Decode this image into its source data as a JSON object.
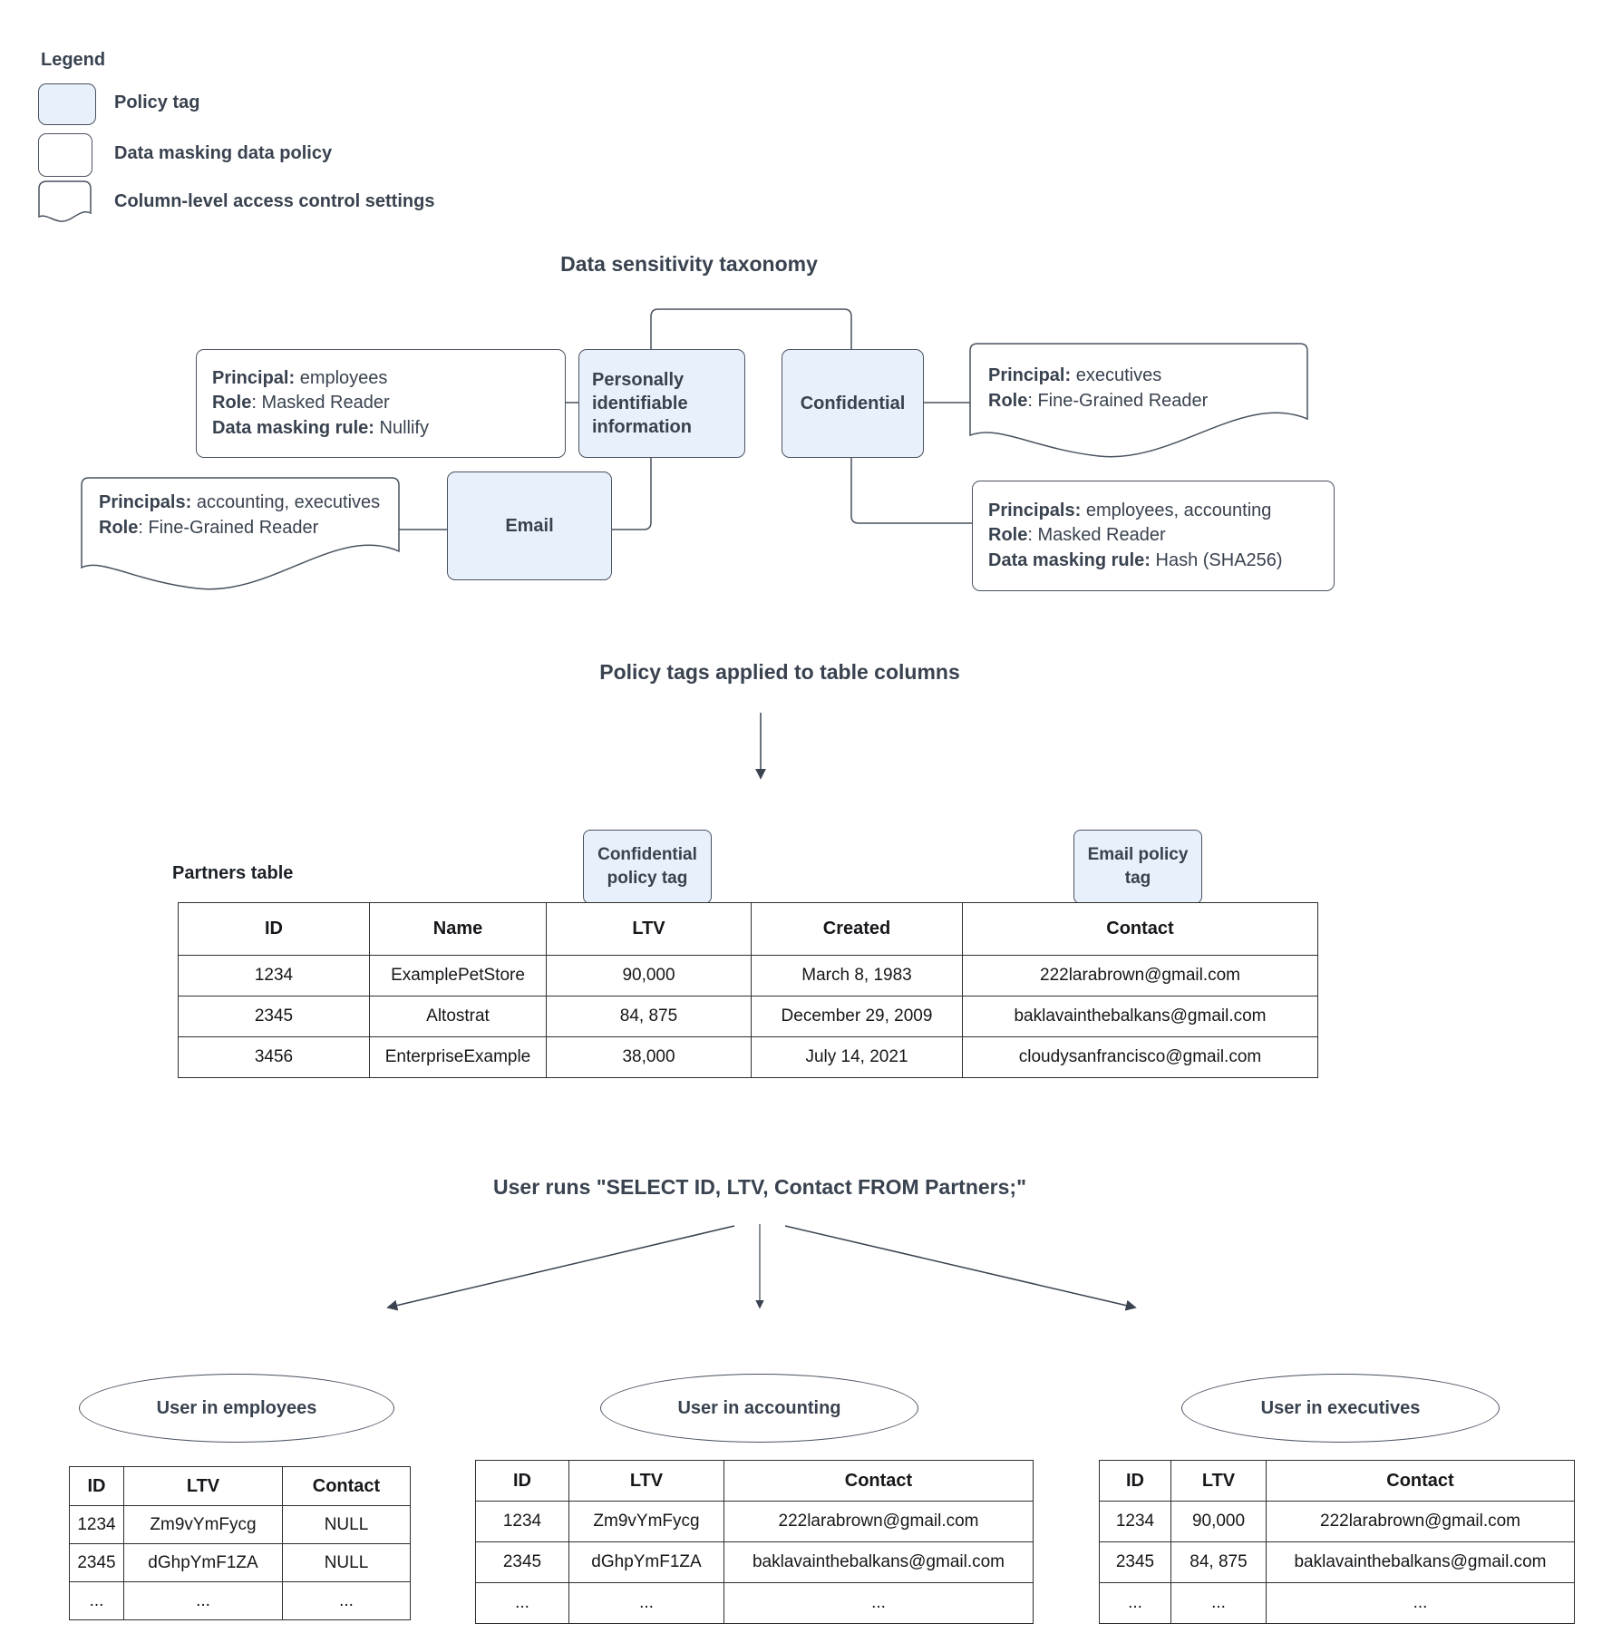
{
  "legend": {
    "title": "Legend",
    "items": [
      {
        "shape": "policy-tag",
        "label": "Policy tag"
      },
      {
        "shape": "data-masking-data-policy",
        "label": "Data masking data policy"
      },
      {
        "shape": "column-level-access-control",
        "label": "Column-level access control settings"
      }
    ]
  },
  "colors": {
    "policy_tag_fill": "#e8f0fb",
    "shape_border": "#49525f",
    "diagram_text": "#39424f",
    "table_text": "#15171a",
    "table_border": "#2e2e2e"
  },
  "taxonomy": {
    "title": "Data sensitivity taxonomy",
    "nodes": {
      "pii": "Personally identifiable information",
      "confidential": "Confidential",
      "email": "Email"
    },
    "policy_employees_nullify": {
      "lines": [
        {
          "b": "Principal:",
          "r": " employees"
        },
        {
          "b": "Role",
          "r": ": Masked Reader"
        },
        {
          "b": "Data masking rule:",
          "r": " Nullify"
        }
      ]
    },
    "policy_executives": {
      "lines": [
        {
          "b": "Principal:",
          "r": " executives"
        },
        {
          "b": "Role",
          "r": ": Fine-Grained Reader"
        }
      ]
    },
    "policy_accounting_executives": {
      "lines": [
        {
          "b": "Principals:",
          "r": " accounting, executives"
        },
        {
          "b": "Role",
          "r": ": Fine-Grained Reader"
        }
      ]
    },
    "policy_hash": {
      "lines": [
        {
          "b": "Principals:",
          "r": " employees, accounting"
        },
        {
          "b": "Role",
          "r": ": Masked Reader"
        },
        {
          "b": "Data masking rule:",
          "r": " Hash (SHA256)"
        }
      ]
    }
  },
  "policy_tags_section": {
    "heading": "Policy tags applied to table columns",
    "confidential_tag": "Confidential policy tag",
    "email_tag": "Email policy tag",
    "partners_label": "Partners table"
  },
  "partners": {
    "headers": [
      "ID",
      "Name",
      "LTV",
      "Created",
      "Contact"
    ],
    "rows": [
      [
        "1234",
        "ExamplePetStore",
        "90,000",
        "March 8, 1983",
        "222larabrown@gmail.com"
      ],
      [
        "2345",
        "Altostrat",
        "84, 875",
        "December 29, 2009",
        "baklavainthebalkans@gmail.com"
      ],
      [
        "3456",
        "EnterpriseExample",
        "38,000",
        "July 14, 2021",
        "cloudysanfrancisco@gmail.com"
      ]
    ]
  },
  "query_section": {
    "heading": "User runs \"SELECT ID, LTV, Contact FROM Partners;\""
  },
  "results": [
    {
      "user": "User in employees",
      "headers": [
        "ID",
        "LTV",
        "Contact"
      ],
      "rows": [
        [
          "1234",
          "Zm9vYmFycg",
          "NULL"
        ],
        [
          "2345",
          "dGhpYmF1ZA",
          "NULL"
        ],
        [
          "...",
          "...",
          "..."
        ]
      ]
    },
    {
      "user": "User in accounting",
      "headers": [
        "ID",
        "LTV",
        "Contact"
      ],
      "rows": [
        [
          "1234",
          "Zm9vYmFycg",
          "222larabrown@gmail.com"
        ],
        [
          "2345",
          "dGhpYmF1ZA",
          "baklavainthebalkans@gmail.com"
        ],
        [
          "...",
          "...",
          "..."
        ]
      ]
    },
    {
      "user": "User in executives",
      "headers": [
        "ID",
        "LTV",
        "Contact"
      ],
      "rows": [
        [
          "1234",
          "90,000",
          "222larabrown@gmail.com"
        ],
        [
          "2345",
          "84, 875",
          "baklavainthebalkans@gmail.com"
        ],
        [
          "...",
          "...",
          "..."
        ]
      ]
    }
  ]
}
